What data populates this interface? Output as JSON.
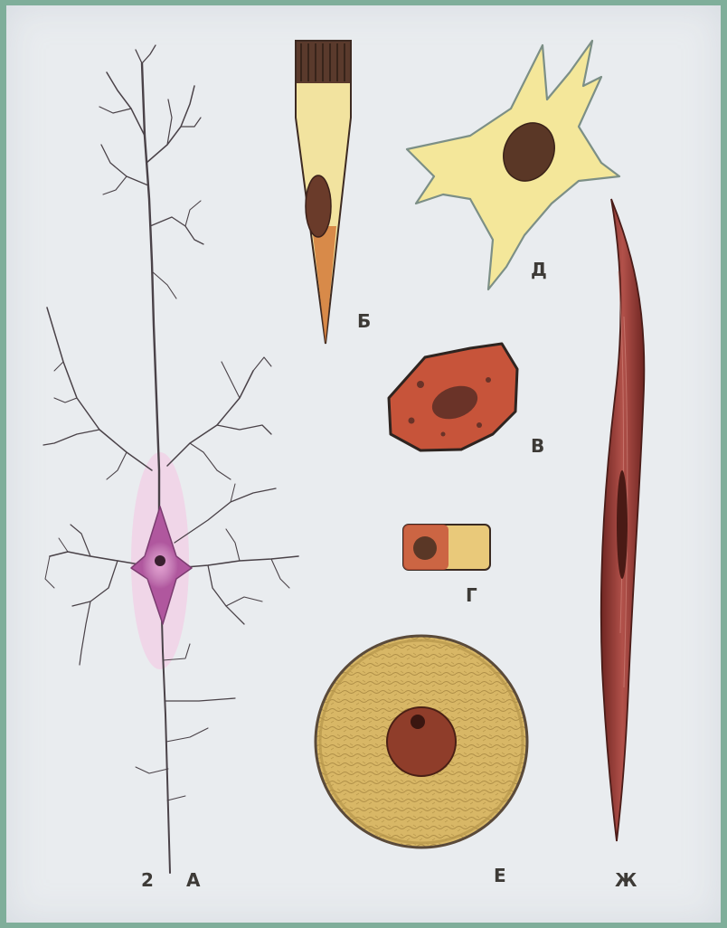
{
  "figure": {
    "figure_number": "2",
    "labels": {
      "neuron": "А",
      "epithelial_cell": "Б",
      "blood_cell": "В",
      "cuboidal_cell": "Г",
      "bone_cell": "Д",
      "egg_cell": "Е",
      "muscle_cell": "Ж"
    }
  },
  "colors": {
    "frame_border": "#7fae9a",
    "paper": "#e9ecef",
    "neuron_stroke": "#4a4248",
    "neuron_body": "#b0579e",
    "yellow_cell": "#f4e79a",
    "nucleus": "#5a3726",
    "red_cell": "#c7543a",
    "muscle": "#8e3a35"
  }
}
